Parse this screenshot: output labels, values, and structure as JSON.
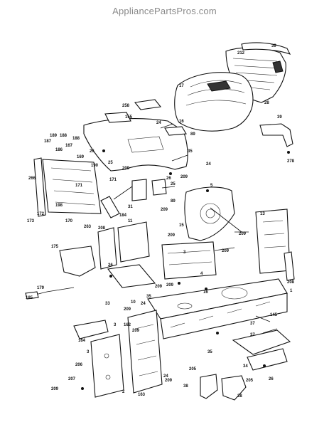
{
  "header": {
    "site": "AppliancePartsPros.com"
  },
  "callouts": [
    {
      "id": "c39a",
      "text": "39"
    },
    {
      "id": "c212",
      "text": "212"
    },
    {
      "id": "c17",
      "text": "17"
    },
    {
      "id": "c28",
      "text": "28"
    },
    {
      "id": "c258",
      "text": "258"
    },
    {
      "id": "c155",
      "text": "155"
    },
    {
      "id": "c24a",
      "text": "24"
    },
    {
      "id": "c16",
      "text": "16"
    },
    {
      "id": "c89",
      "text": "89"
    },
    {
      "id": "c39b",
      "text": "39"
    },
    {
      "id": "c278",
      "text": "278"
    },
    {
      "id": "c189",
      "text": "189"
    },
    {
      "id": "c188a",
      "text": "188"
    },
    {
      "id": "c188b",
      "text": "188"
    },
    {
      "id": "c187",
      "text": "187"
    },
    {
      "id": "c167",
      "text": "167"
    },
    {
      "id": "c186",
      "text": "186"
    },
    {
      "id": "c169",
      "text": "169"
    },
    {
      "id": "c190",
      "text": "190"
    },
    {
      "id": "c26a",
      "text": "26"
    },
    {
      "id": "c25a",
      "text": "25"
    },
    {
      "id": "c35a",
      "text": "35"
    },
    {
      "id": "c24b",
      "text": "24"
    },
    {
      "id": "c266",
      "text": "266"
    },
    {
      "id": "c171a",
      "text": "171"
    },
    {
      "id": "c171b",
      "text": "171"
    },
    {
      "id": "c209a",
      "text": "209"
    },
    {
      "id": "c5a",
      "text": "5"
    },
    {
      "id": "c26b",
      "text": "26"
    },
    {
      "id": "c25b",
      "text": "25"
    },
    {
      "id": "c209b",
      "text": "209"
    },
    {
      "id": "c89b",
      "text": "89"
    },
    {
      "id": "c31",
      "text": "31"
    },
    {
      "id": "c209c",
      "text": "209"
    },
    {
      "id": "c172",
      "text": "172"
    },
    {
      "id": "c198",
      "text": "198"
    },
    {
      "id": "c173",
      "text": "173"
    },
    {
      "id": "c170",
      "text": "170"
    },
    {
      "id": "c263",
      "text": "263"
    },
    {
      "id": "c184",
      "text": "184"
    },
    {
      "id": "c11",
      "text": "11"
    },
    {
      "id": "c13",
      "text": "13"
    },
    {
      "id": "c15",
      "text": "15"
    },
    {
      "id": "c209d",
      "text": "209"
    },
    {
      "id": "c208a",
      "text": "208"
    },
    {
      "id": "c209e",
      "text": "209"
    },
    {
      "id": "c175",
      "text": "175"
    },
    {
      "id": "c3a",
      "text": "3"
    },
    {
      "id": "c209f",
      "text": "209"
    },
    {
      "id": "c26c",
      "text": "26"
    },
    {
      "id": "c209g",
      "text": "209"
    },
    {
      "id": "c10",
      "text": "10"
    },
    {
      "id": "c35b",
      "text": "35"
    },
    {
      "id": "c209h",
      "text": "209"
    },
    {
      "id": "c4",
      "text": "4"
    },
    {
      "id": "c16b",
      "text": "16"
    },
    {
      "id": "c1",
      "text": "1"
    },
    {
      "id": "c208b",
      "text": "208"
    },
    {
      "id": "c33",
      "text": "33"
    },
    {
      "id": "c179",
      "text": "179"
    },
    {
      "id": "c185",
      "text": "185"
    },
    {
      "id": "c209i",
      "text": "209"
    },
    {
      "id": "c24c",
      "text": "24"
    },
    {
      "id": "c145",
      "text": "145"
    },
    {
      "id": "c37a",
      "text": "37"
    },
    {
      "id": "c3b",
      "text": "3"
    },
    {
      "id": "c162",
      "text": "162"
    },
    {
      "id": "c209j",
      "text": "209"
    },
    {
      "id": "c37b",
      "text": "37"
    },
    {
      "id": "c164",
      "text": "164"
    },
    {
      "id": "c3c",
      "text": "3"
    },
    {
      "id": "c35c",
      "text": "35"
    },
    {
      "id": "c34",
      "text": "34"
    },
    {
      "id": "c206a",
      "text": "206"
    },
    {
      "id": "c207",
      "text": "207"
    },
    {
      "id": "c209k",
      "text": "209"
    },
    {
      "id": "c2",
      "text": "2"
    },
    {
      "id": "c163",
      "text": "163"
    },
    {
      "id": "c24d",
      "text": "24"
    },
    {
      "id": "c209l",
      "text": "209"
    },
    {
      "id": "c205a",
      "text": "205"
    },
    {
      "id": "c205b",
      "text": "205"
    },
    {
      "id": "c38a",
      "text": "38"
    },
    {
      "id": "c38b",
      "text": "38"
    },
    {
      "id": "c26d",
      "text": "26"
    }
  ]
}
